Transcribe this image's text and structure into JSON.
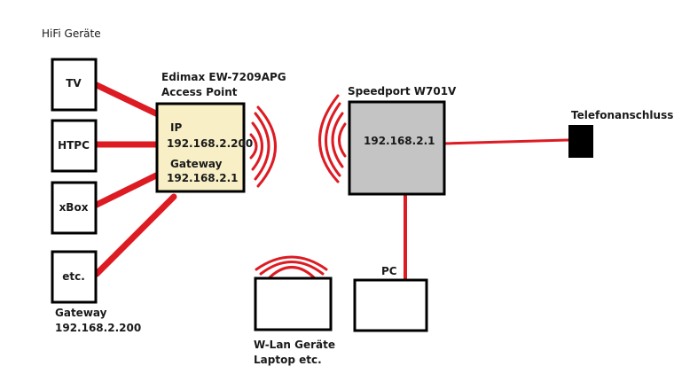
{
  "title": "HiFi Geräte",
  "devices": [
    {
      "id": "tv",
      "label": "TV"
    },
    {
      "id": "htpc",
      "label": "HTPC"
    },
    {
      "id": "xbox",
      "label": "xBox"
    },
    {
      "id": "etc",
      "label": "etc."
    }
  ],
  "left_gateway": {
    "line1": "Gateway",
    "line2": "192.168.2.200"
  },
  "access_point": {
    "name": "Edimax EW-7209APG",
    "type": "Access Point",
    "ip_label": "IP",
    "ip": "192.168.2.200",
    "gateway_label": "Gateway",
    "gateway": "192.168.2.1"
  },
  "router": {
    "name": "Speedport W701V",
    "ip": "192.168.2.1"
  },
  "phone": {
    "label": "Telefonanschluss"
  },
  "pc": {
    "label": "PC"
  },
  "wlan": {
    "line1": "W-Lan Geräte",
    "line2": "Laptop etc."
  },
  "colors": {
    "link": "#dd1b23",
    "access_point_fill": "#f8efc6",
    "router_fill": "#c4c4c4",
    "outline": "#000000"
  }
}
